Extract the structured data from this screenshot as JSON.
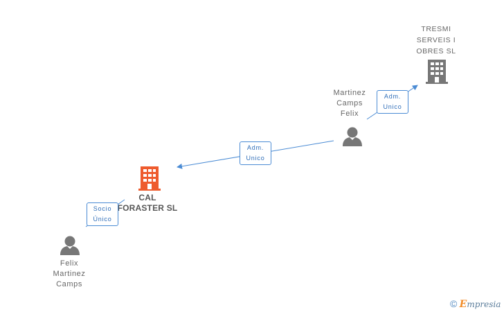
{
  "nodes": {
    "cal_foraster": {
      "label": "CAL\nFORASTER SL",
      "type": "company",
      "color": "#ee5b2d",
      "icon": "building-icon"
    },
    "tresmi": {
      "label": "TRESMI\nSERVEIS I\nOBRES  SL",
      "type": "company",
      "color": "#777777",
      "icon": "building-icon"
    },
    "martinez_camps_felix": {
      "label": "Martinez\nCamps\nFelix",
      "type": "person",
      "color": "#777777",
      "icon": "person-icon"
    },
    "felix_martinez_camps": {
      "label": "Felix\nMartinez\nCamps",
      "type": "person",
      "color": "#777777",
      "icon": "person-icon"
    }
  },
  "edges": {
    "adm_to_tresmi": {
      "label": "Adm.\nUnico",
      "from": "martinez_camps_felix",
      "to": "tresmi"
    },
    "adm_to_cal": {
      "label": "Adm.\nUnico",
      "from": "martinez_camps_felix",
      "to": "cal_foraster"
    },
    "socio_to_cal": {
      "label": "Socio\nÚnico",
      "from": "felix_martinez_camps",
      "to": "cal_foraster"
    }
  },
  "colors": {
    "edge": "#4a8bd4"
  },
  "brand": {
    "copyright": "©",
    "e": "E",
    "name": "mpresia"
  }
}
